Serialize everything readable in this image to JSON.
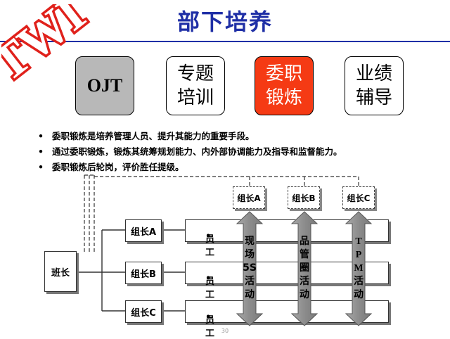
{
  "header": {
    "title": "部下培养",
    "logo_text": "TWI"
  },
  "tiles": [
    {
      "label": "OJT"
    },
    {
      "label": "专题\n培训"
    },
    {
      "label": "委职\n锻炼"
    },
    {
      "label": "业绩\n辅导"
    }
  ],
  "bullets": [
    "委职锻炼是培养管理人员、提升其能力的重要手段。",
    "通过委职锻炼，锻炼其统筹规划能力、内外部协调能力及指导和监督能力。",
    "委职锻炼后轮岗，评价胜任提级。"
  ],
  "bullet_marker": "•",
  "diagram": {
    "root": "班长",
    "leaders": [
      "组长A",
      "组长B",
      "组长C"
    ],
    "top_leaders": [
      "组长A",
      "组长B",
      "组长C"
    ],
    "worker_label": "员工",
    "activities": [
      "现\n场\n5S\n活\n动",
      "品\n管\n圈\n活\n动",
      "T\nP\nM\n活\n动"
    ]
  },
  "colors": {
    "title_blue": "#1f2fa6",
    "logo_red": "#e0211b",
    "highlight_red": "#f53a14",
    "arrow_gray": "#8c8c8c"
  },
  "page_number": "30"
}
